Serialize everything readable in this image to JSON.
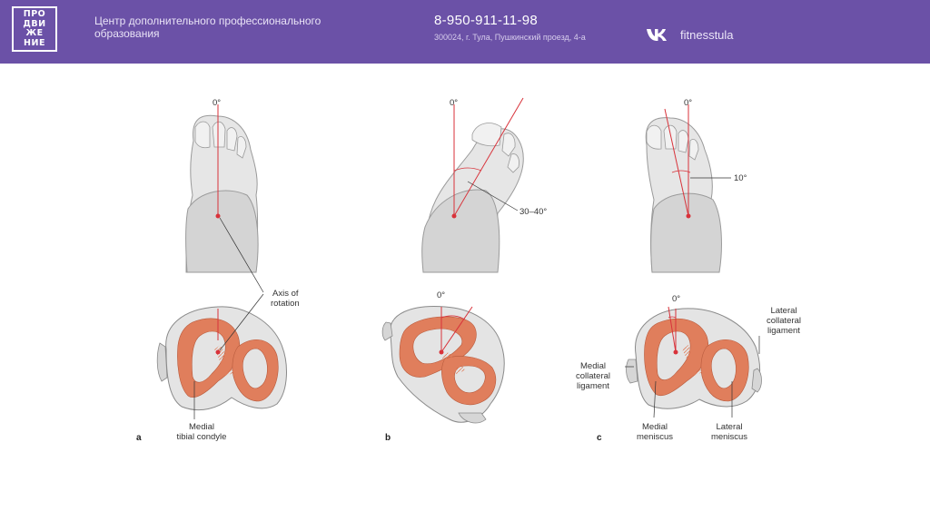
{
  "header": {
    "logo_lines": [
      "ПРО",
      "ДВИ",
      "ЖЕ",
      "НИЕ"
    ],
    "org_name": "Центр дополнительного профессионального образования",
    "phone": "8-950-911-11-98",
    "address": "300024, г. Тула, Пушкинский проезд, 4-а",
    "social_icon": "vk-icon",
    "social_name": "fitnesstula",
    "colors": {
      "bar": "#6b51a7",
      "text": "#ffffff"
    }
  },
  "figure": {
    "panel_a": {
      "letter": "a",
      "angle_top": "0°",
      "axis_label_1": "Axis of",
      "axis_label_2": "rotation",
      "condyle_label_1": "Medial",
      "condyle_label_2": "tibial condyle"
    },
    "panel_b": {
      "letter": "b",
      "angle_top": "0°",
      "angle_rot": "30–40°",
      "angle_bottom": "0°"
    },
    "panel_c": {
      "letter": "c",
      "angle_top": "0°",
      "angle_rot": "10°",
      "angle_bottom": "0°",
      "lateral_ligament_1": "Lateral",
      "lateral_ligament_2": "collateral",
      "lateral_ligament_3": "ligament",
      "medial_ligament_1": "Medial",
      "medial_ligament_2": "collateral",
      "medial_ligament_3": "ligament",
      "medial_meniscus_1": "Medial",
      "medial_meniscus_2": "meniscus",
      "lateral_meniscus_1": "Lateral",
      "lateral_meniscus_2": "meniscus"
    },
    "colors": {
      "meniscus": "#e07e5c",
      "bone": "#e4e4e4",
      "axis": "#d8323a",
      "outline": "#8a8a8a"
    }
  }
}
